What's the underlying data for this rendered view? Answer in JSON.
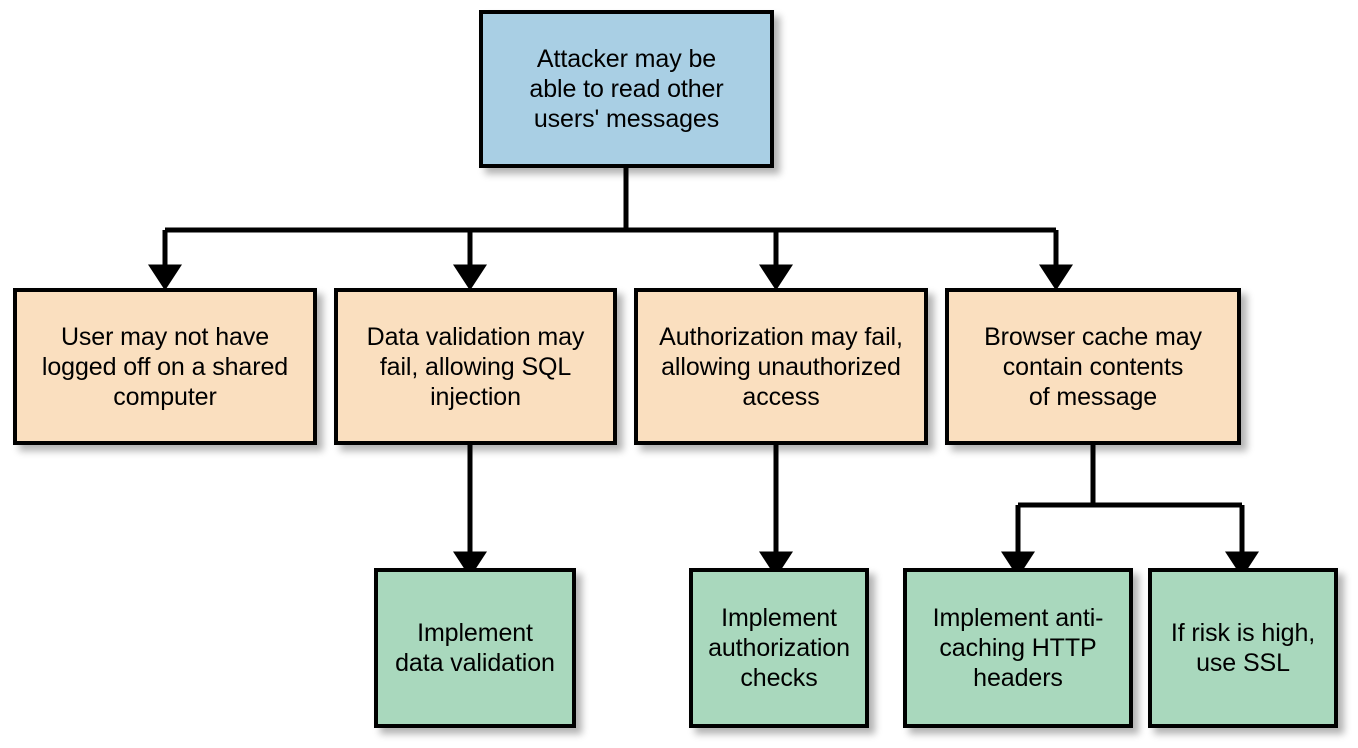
{
  "diagram": {
    "type": "threat-tree",
    "title": "Attacker may be able to read other users' messages",
    "colors": {
      "root_fill": "#a9cfe4",
      "threat_fill": "#fadfbf",
      "mitigation_fill": "#a9d8bd",
      "border": "#000000",
      "background": "#ffffff",
      "text": "#000000"
    },
    "nodes": {
      "root": {
        "id": "root",
        "kind": "threat-root",
        "label": "Attacker may be\nable to read other\nusers' messages"
      },
      "threat_1": {
        "id": "threat-shared-computer",
        "kind": "threat",
        "label": "User may not have\nlogged off on a shared\ncomputer"
      },
      "threat_2": {
        "id": "threat-sql-injection",
        "kind": "threat",
        "label": "Data validation may\nfail, allowing SQL\ninjection"
      },
      "threat_3": {
        "id": "threat-authorization",
        "kind": "threat",
        "label": "Authorization may fail,\nallowing unauthorized\naccess"
      },
      "threat_4": {
        "id": "threat-browser-cache",
        "kind": "threat",
        "label": "Browser cache may\ncontain contents\nof message"
      },
      "mitigation_1": {
        "id": "mitigation-data-validation",
        "kind": "mitigation",
        "label": "Implement\ndata validation"
      },
      "mitigation_2": {
        "id": "mitigation-authorization-checks",
        "kind": "mitigation",
        "label": "Implement\nauthorization\nchecks"
      },
      "mitigation_3": {
        "id": "mitigation-anti-caching-headers",
        "kind": "mitigation",
        "label": "Implement anti-\ncaching HTTP\nheaders"
      },
      "mitigation_4": {
        "id": "mitigation-use-ssl",
        "kind": "mitigation",
        "label": "If risk is high,\nuse SSL"
      }
    },
    "edges": [
      {
        "from": "root",
        "to": "threat_1",
        "style": "orthogonal-arrow"
      },
      {
        "from": "root",
        "to": "threat_2",
        "style": "orthogonal-arrow"
      },
      {
        "from": "root",
        "to": "threat_3",
        "style": "orthogonal-arrow"
      },
      {
        "from": "root",
        "to": "threat_4",
        "style": "orthogonal-arrow"
      },
      {
        "from": "threat_2",
        "to": "mitigation_1",
        "style": "straight-arrow"
      },
      {
        "from": "threat_3",
        "to": "mitigation_2",
        "style": "straight-arrow"
      },
      {
        "from": "threat_4",
        "to": "mitigation_3",
        "style": "orthogonal-arrow"
      },
      {
        "from": "threat_4",
        "to": "mitigation_4",
        "style": "orthogonal-arrow"
      }
    ]
  }
}
